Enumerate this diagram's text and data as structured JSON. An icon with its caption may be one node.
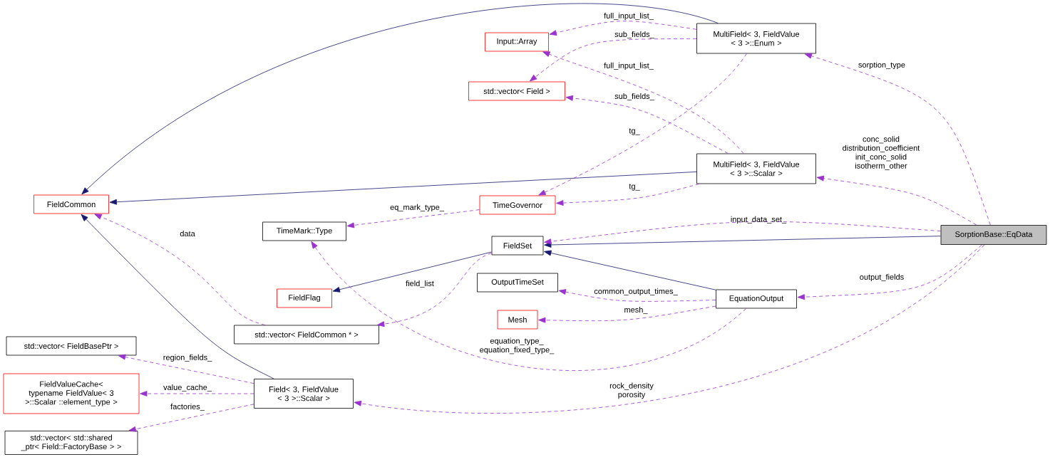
{
  "diagram": {
    "nodes": [
      {
        "text": [
          "SorptionBase::EqData"
        ]
      },
      {
        "text": [
          "MultiField< 3, FieldValue < 3 >::Enum >"
        ]
      },
      {
        "text": [
          "Input::Array"
        ]
      },
      {
        "text": [
          "std::vector< Field >"
        ]
      },
      {
        "text": [
          "MultiField< 3, FieldValue < 3 >::Scalar >"
        ]
      },
      {
        "text": [
          "FieldCommon"
        ]
      },
      {
        "text": [
          "TimeGovernor"
        ]
      },
      {
        "text": [
          "TimeMark::Type"
        ]
      },
      {
        "text": [
          "FieldSet"
        ]
      },
      {
        "text": [
          "FieldFlag"
        ]
      },
      {
        "text": [
          "OutputTimeSet"
        ]
      },
      {
        "text": [
          "EquationOutput"
        ]
      },
      {
        "text": [
          "Mesh"
        ]
      },
      {
        "text": [
          "std::vector< FieldCommon * >"
        ]
      },
      {
        "text": [
          "std::vector< FieldBasePtr >"
        ]
      },
      {
        "text": [
          "FieldValueCache< typename FieldValue< 3 >::Scalar ::element_type >"
        ]
      },
      {
        "text": [
          "Field< 3, FieldValue < 3 >::Scalar >"
        ]
      },
      {
        "text": [
          "std::vector< std::shared _ptr< Field::FactoryBase > >"
        ]
      }
    ],
    "edges": [
      {
        "from": 1,
        "to": 5,
        "arrow": "to",
        "color": "#191970"
      },
      {
        "from": 4,
        "to": 5,
        "arrow": "to",
        "color": "#191970"
      },
      {
        "from": 16,
        "to": 5,
        "arrow": "to",
        "color": "#191970"
      },
      {
        "from": 0,
        "to": 8,
        "arrow": "to",
        "color": "#191970"
      },
      {
        "from": 8,
        "to": 9,
        "arrow": "to",
        "color": "#191970"
      },
      {
        "from": 11,
        "to": 8,
        "arrow": "to",
        "color": "#191970"
      },
      {
        "from": 1,
        "to": 2,
        "arrow": "to",
        "style": "dashed",
        "label": "full_input_list_"
      },
      {
        "from": 1,
        "to": 3,
        "arrow": "to",
        "style": "dashed",
        "label": "sub_fields_"
      },
      {
        "from": 1,
        "to": 6,
        "arrow": "to",
        "style": "dashed",
        "label": "tg_"
      },
      {
        "from": 4,
        "to": 2,
        "arrow": "to",
        "style": "dashed",
        "label": "full_input_list_"
      },
      {
        "from": 4,
        "to": 3,
        "arrow": "to",
        "style": "dashed",
        "label": "sub_fields_"
      },
      {
        "from": 4,
        "to": 6,
        "arrow": "to",
        "style": "dashed",
        "label": "tg_"
      },
      {
        "from": 6,
        "to": 7,
        "arrow": "to",
        "style": "dashed",
        "label": "eq_mark_type_"
      },
      {
        "from": 0,
        "to": 8,
        "arrow": "to",
        "style": "dashed",
        "label": "input_data_set_"
      },
      {
        "from": 0,
        "to": 1,
        "arrow": "to",
        "style": "dashed",
        "label": "sorption_type"
      },
      {
        "from": 0,
        "to": 4,
        "arrow": "to",
        "style": "dashed",
        "label": "conc_solid distribution_coefficient init_conc_solid isotherm_other"
      },
      {
        "from": 0,
        "to": 11,
        "arrow": "to",
        "style": "dashed",
        "label": "output_fields"
      },
      {
        "from": 0,
        "to": 16,
        "arrow": "to",
        "style": "dashed",
        "label": "rock_density porosity"
      },
      {
        "from": 8,
        "to": 13,
        "arrow": "to",
        "style": "dashed",
        "label": "field_list"
      },
      {
        "from": 13,
        "to": 5,
        "arrow": "to",
        "style": "dashed",
        "label": "data"
      },
      {
        "from": 11,
        "to": 10,
        "arrow": "to",
        "style": "dashed",
        "label": "common_output_times_"
      },
      {
        "from": 11,
        "to": 12,
        "arrow": "to",
        "style": "dashed",
        "label": "mesh_"
      },
      {
        "from": 11,
        "to": 7,
        "arrow": "to",
        "style": "dashed",
        "label": "equation_type_ equation_fixed_type_"
      },
      {
        "from": 16,
        "to": 14,
        "arrow": "to",
        "style": "dashed",
        "label": "region_fields_"
      },
      {
        "from": 16,
        "to": 15,
        "arrow": "to",
        "style": "dashed",
        "label": "value_cache_"
      },
      {
        "from": 16,
        "to": 17,
        "arrow": "to",
        "style": "dashed",
        "label": "factories_"
      }
    ]
  }
}
